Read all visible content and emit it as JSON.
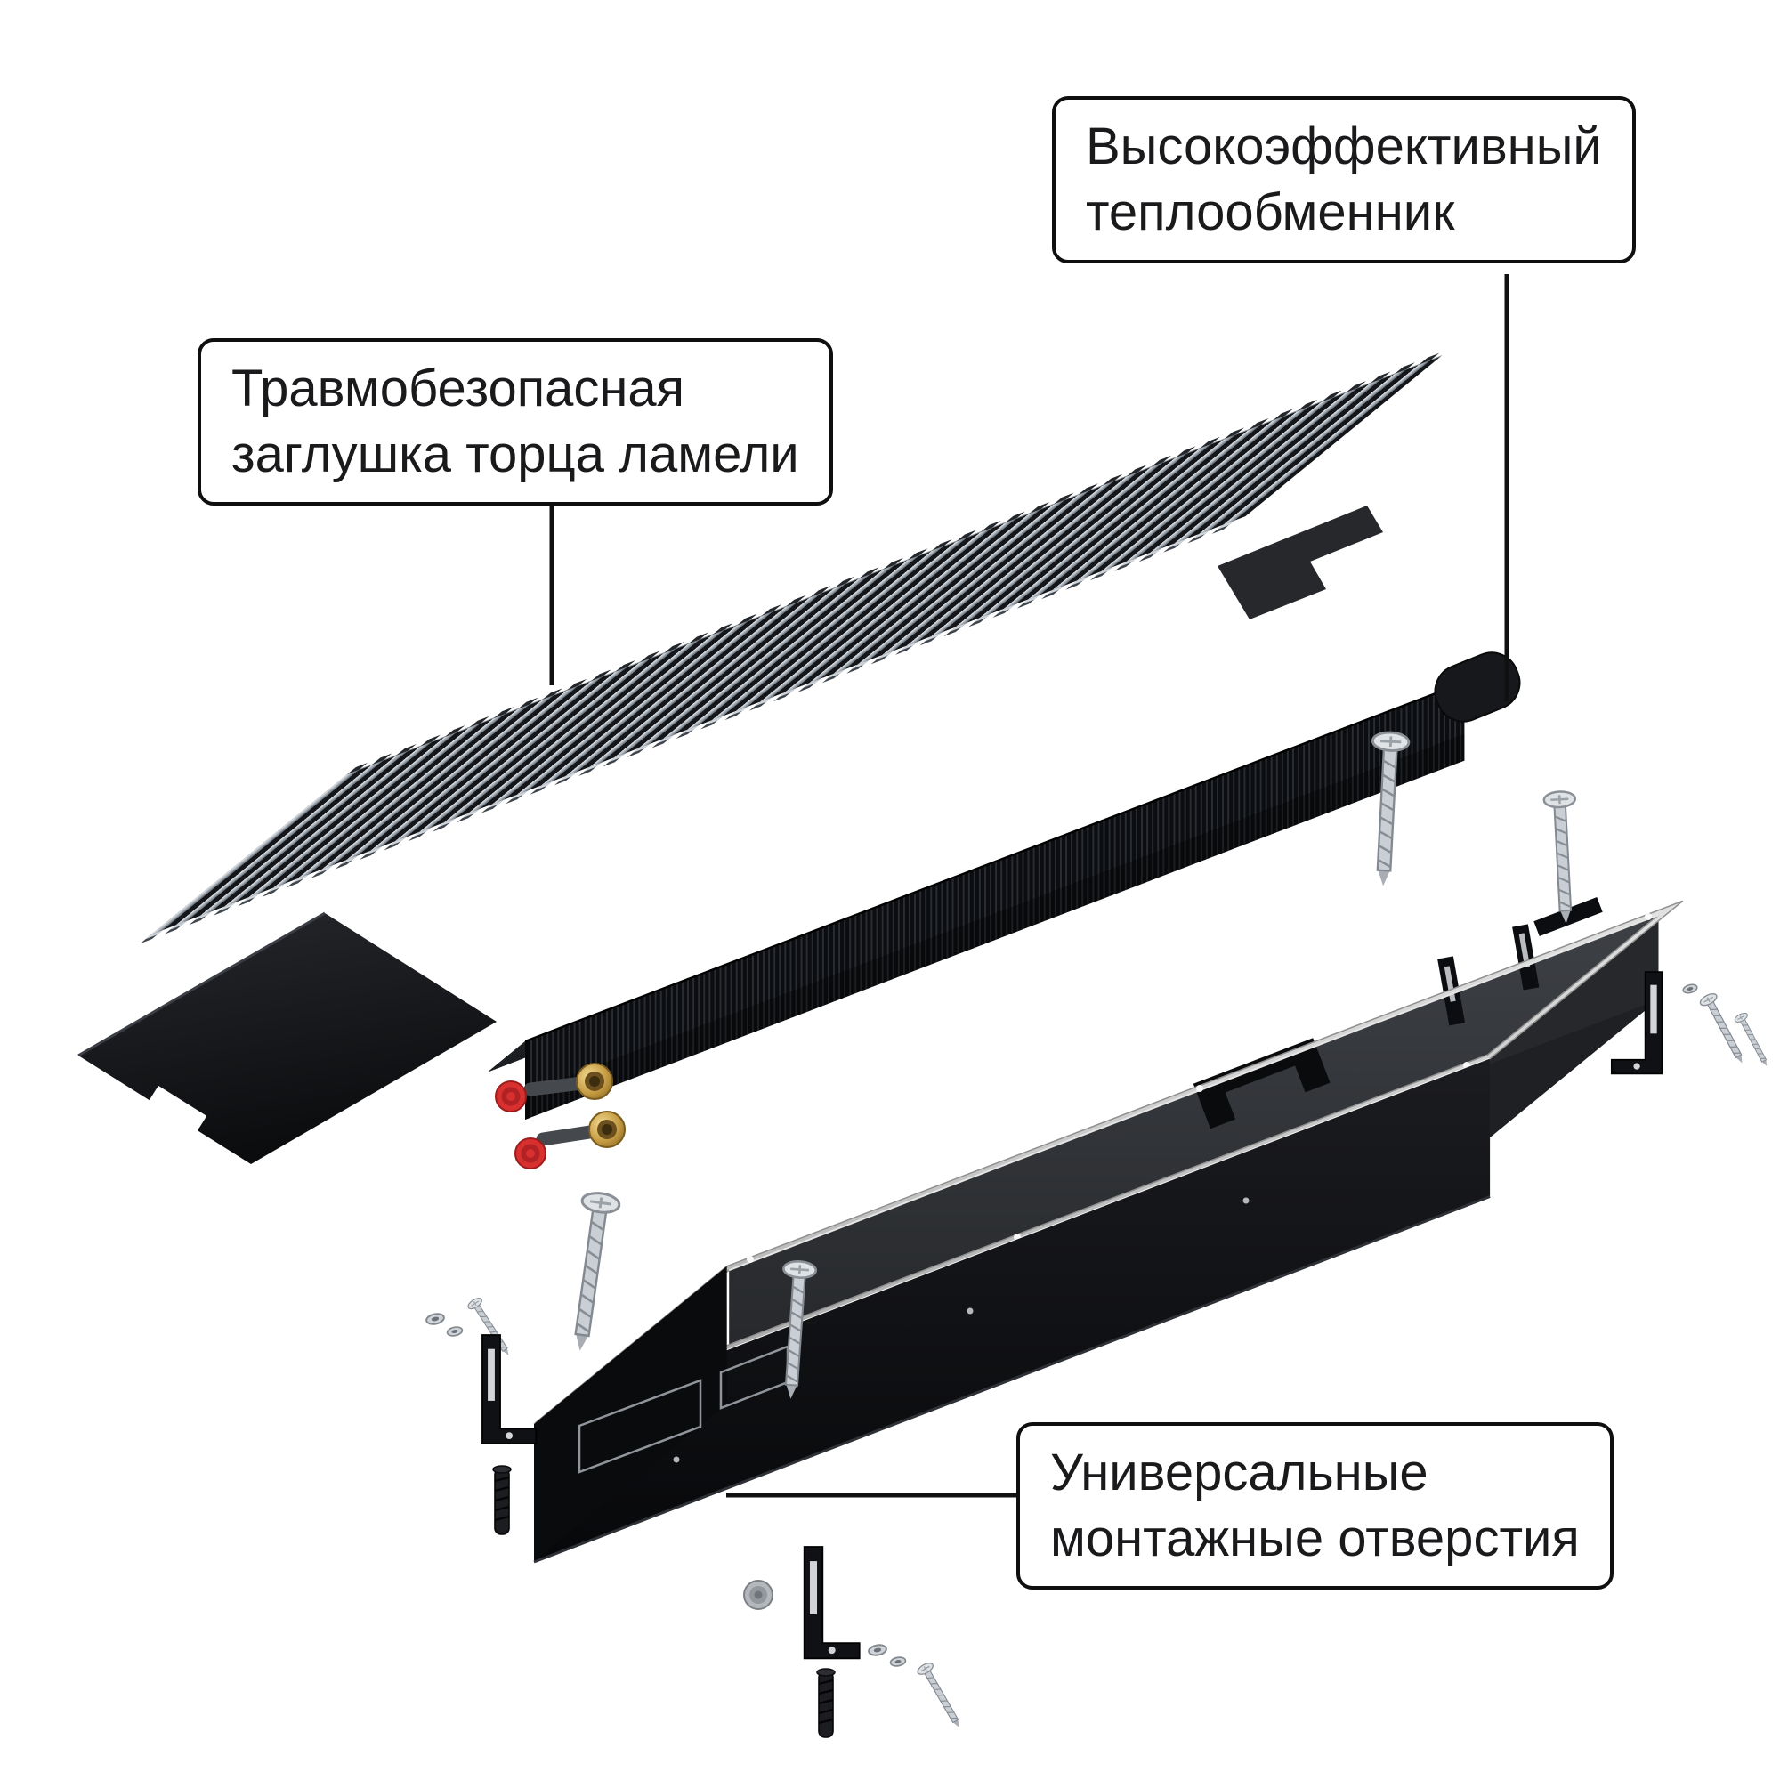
{
  "callouts": {
    "heat_exchanger": {
      "line1": "Высокоэффективный",
      "line2": "теплообменник"
    },
    "lamella_cap": {
      "line1": "Травмобезопасная",
      "line2": "заглушка торца ламели"
    },
    "mounting_holes": {
      "line1": "Универсальные",
      "line2": "монтажные отверстия"
    }
  },
  "colors": {
    "background": "#ffffff",
    "callout_border": "#0f0f10",
    "leader_line": "#101010",
    "grille_slat_metal": "#b7bec6",
    "casing_rim_silver": "#d6d6d6",
    "body_black": "#121316",
    "brass_fitting": "#caa24a",
    "red_cap": "#d8302f"
  }
}
